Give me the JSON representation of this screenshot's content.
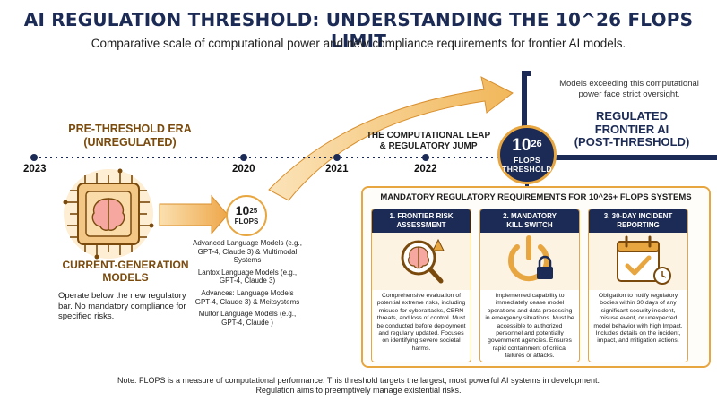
{
  "header": {
    "title": "AI REGULATION THRESHOLD: UNDERSTANDING THE 10^26 FLOPS LIMIT",
    "subtitle": "Comparative scale of computational power and new compliance requirements for frontier AI models."
  },
  "timeline": {
    "pre_era_line1": "PRE-THRESHOLD ERA",
    "pre_era_line2": "(UNREGULATED)",
    "years": [
      "2023",
      "2020",
      "2021",
      "2022"
    ],
    "leap_line1": "THE COMPUTATIONAL LEAP",
    "leap_line2": "& REGULATORY JUMP"
  },
  "small_badge": {
    "base": "10",
    "exp": "25",
    "unit": "FLOPS"
  },
  "models": [
    "Advanced Language Models (e.g., GPT-4, Claude 3) & Multimodal Systems",
    "Lantox Language Models (e.g., GPT-4, Claude 3)",
    "Advances: Language Models GPT-4, Claude 3) & Meitsystems",
    "Multor Language Models (e.g., GPT-4, Claude )"
  ],
  "current": {
    "title_line1": "CURRENT-GENERATION",
    "title_line2": "MODELS",
    "description": "Operate below the new regulatory bar. No mandatory compliance for specified risks."
  },
  "threshold": {
    "base": "10",
    "exp": "26",
    "label_line1": "FLOPS",
    "label_line2": "THRESHOLD",
    "above_text": "Models exceeding this computational power face strict oversight.",
    "regulated_line1": "REGULATED",
    "regulated_line2": "FRONTIER AI",
    "regulated_line3": "(POST-THRESHOLD)"
  },
  "requirements": {
    "title": "MANDATORY REGULATORY REQUIREMENTS FOR 10^26+ FLOPS SYSTEMS",
    "cards": [
      {
        "head_line1": "1. FRONTIER RISK",
        "head_line2": "ASSESSMENT",
        "icon": "magnifier-brain-icon",
        "text": "Comprehensive evaluation of potential extreme risks, including misuse for cyberattacks, CBRN threats, and loss of control. Must be conducted before deployment and regularly updated. Focuses on identifying severe societal harms."
      },
      {
        "head_line1": "2. MANDATORY",
        "head_line2": "KILL SWITCH",
        "icon": "power-lock-icon",
        "text": "Implemented capability to immediately cease model operations and data processing in emergency situations. Must be accessible to authorized personnel and potentially government agencies. Ensures rapid containment of critical failures or attacks."
      },
      {
        "head_line1": "3. 30-DAY INCIDENT",
        "head_line2": "REPORTING",
        "icon": "calendar-check-icon",
        "text": "Obligation to notify regulatory bodies within 30 days of any significant security incident, misuse event, or unexpected model behavior with high Impact. Includes details on the incident, impact, and mitigation actions."
      }
    ]
  },
  "footnote": {
    "line1": "Note: FLOPS is a measure of computational performance. This threshold targets the largest, most powerful AI systems in development.",
    "line2": "Regulation aims to preemptively manage existential risks."
  },
  "colors": {
    "navy": "#1c2b55",
    "orange": "#e8a640",
    "brown": "#7a4a0d",
    "cream": "#fdf3e3"
  }
}
